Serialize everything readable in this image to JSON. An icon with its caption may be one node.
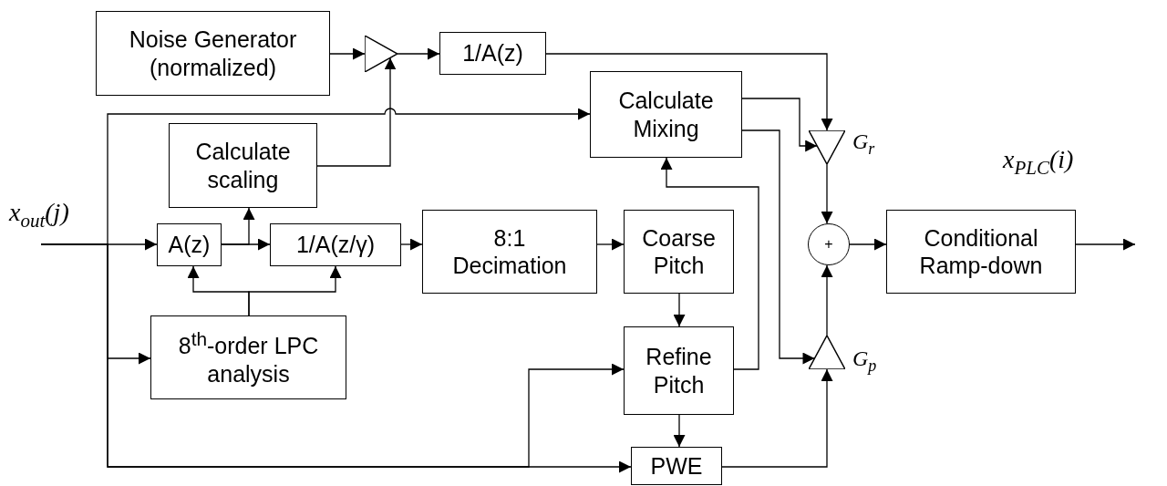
{
  "diagram": {
    "nodes": [
      {
        "text": [
          "Noise Generator (normalized)"
        ]
      },
      {
        "text": [],
        "shape": "triangle"
      },
      {
        "text": [
          "1/A(z)"
        ]
      },
      {
        "text": [
          "Calculate Mixing"
        ]
      },
      {
        "text": [],
        "shape": "triangle",
        "beside": [
          "G$_{r}$"
        ]
      },
      {
        "text": [
          "Calculate scaling"
        ]
      },
      {
        "text": [
          "A(z)"
        ]
      },
      {
        "text": [
          "1/A(z/γ)"
        ]
      },
      {
        "text": [
          "8:1 Decimation"
        ]
      },
      {
        "text": [
          "Coarse Pitch"
        ]
      },
      {
        "text": [
          "+"
        ]
      },
      {
        "text": [
          "Conditional Ramp-down"
        ]
      },
      {
        "text": [
          "8$^{th}$-order LPC analysis"
        ]
      },
      {
        "text": [
          "Refine Pitch"
        ]
      },
      {
        "text": [],
        "shape": "triangle",
        "beside": [
          "G$_{p}$"
        ]
      },
      {
        "text": [
          "PWE"
        ]
      }
    ],
    "edges": [
      {
        "from": 0,
        "to": 1,
        "arrow": "to"
      },
      {
        "from": 1,
        "to": 2,
        "arrow": "to"
      },
      {
        "from": 2,
        "to": 4,
        "arrow": "to"
      },
      {
        "from": 5,
        "to": 1,
        "arrow": "to"
      },
      {
        "from": null,
        "to": 3,
        "arrow": "to"
      },
      {
        "from": 3,
        "to": 4,
        "arrow": "to"
      },
      {
        "from": 3,
        "to": 14,
        "arrow": "to"
      },
      {
        "from": 4,
        "to": 10,
        "arrow": "to"
      },
      {
        "from": 14,
        "to": 10,
        "arrow": "to"
      },
      {
        "from": 13,
        "to": 3,
        "arrow": "to"
      },
      {
        "from": null,
        "to": 6,
        "arrow": "to"
      },
      {
        "from": 6,
        "to": 7,
        "arrow": "to"
      },
      {
        "from": 6,
        "to": 5,
        "arrow": "to"
      },
      {
        "from": 7,
        "to": 8,
        "arrow": "to"
      },
      {
        "from": 8,
        "to": 9,
        "arrow": "to"
      },
      {
        "from": 9,
        "to": 13,
        "arrow": "to"
      },
      {
        "from": 12,
        "to": 6,
        "arrow": "to"
      },
      {
        "from": 12,
        "to": 7,
        "arrow": "to"
      },
      {
        "from": null,
        "to": 12,
        "arrow": "to"
      },
      {
        "from": null,
        "to": 13,
        "arrow": "to"
      },
      {
        "from": null,
        "to": 15,
        "arrow": "to"
      },
      {
        "from": 13,
        "to": 15,
        "arrow": "to"
      },
      {
        "from": 15,
        "to": 14,
        "arrow": "to"
      },
      {
        "from": 10,
        "to": 11,
        "arrow": "to"
      },
      {
        "from": 11,
        "to": null,
        "arrow": "to"
      }
    ],
    "labels": [
      "x$_{out}$(j)",
      "x$_{PLC}$(i)"
    ]
  }
}
